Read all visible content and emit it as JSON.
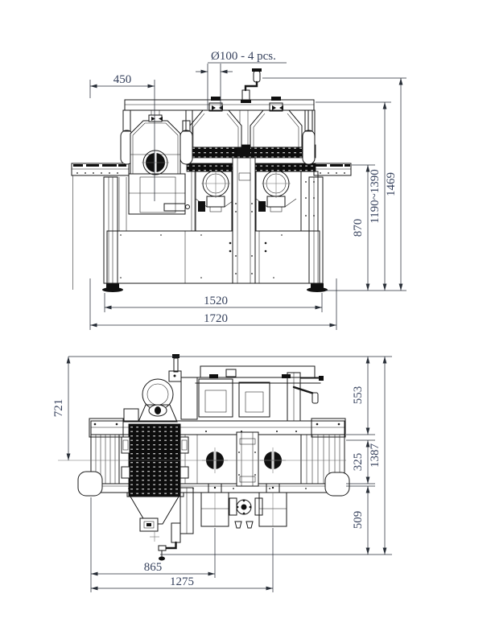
{
  "drawing": {
    "kind": "two-view technical dimension drawing of a double-spindle machine",
    "colors": {
      "line": "#181818",
      "dim_text": "#36415c",
      "perforation_fill": "#0d0d0d"
    }
  },
  "front_view": {
    "hole_note": "Ø100 - 4 pcs.",
    "dims": {
      "offset_left": "450",
      "table_height": "870",
      "height_range": "1190~1390",
      "overall_height": "1469",
      "base_width": "1520",
      "overall_width": "1720"
    }
  },
  "plan_view": {
    "dims": {
      "rear_depth": "721",
      "back_section": "553",
      "table_section": "325",
      "front_section": "509",
      "overall_depth": "1387",
      "spindle_1_offset": "865",
      "spindle_2_offset": "1275"
    }
  }
}
